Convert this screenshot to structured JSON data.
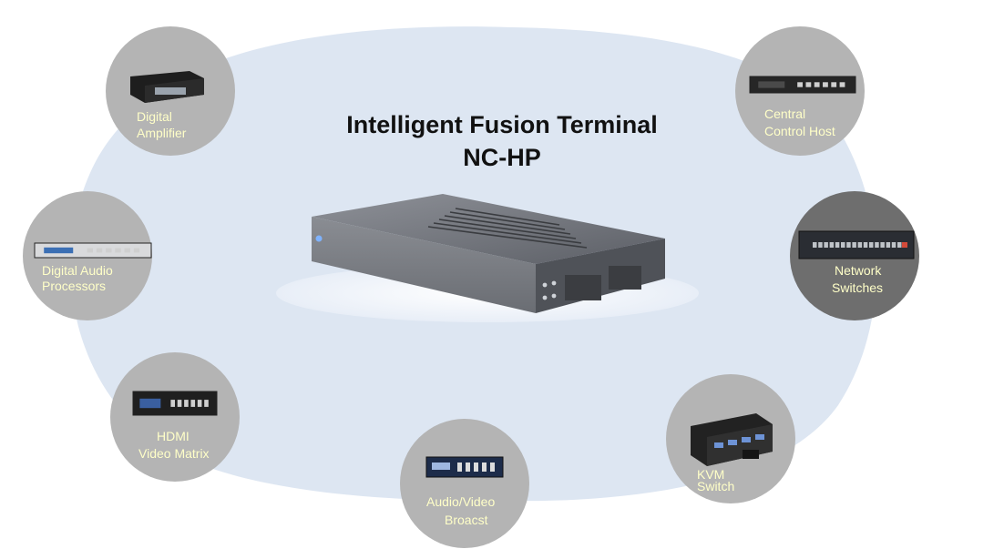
{
  "hub": {
    "title_line1": "Intelligent Fusion Terminal",
    "title_line2": "NC-HP",
    "image": "terminal-device-image"
  },
  "devices": [
    {
      "key": "digital-amplifier",
      "line1": "Digital",
      "line2": "Amplifier"
    },
    {
      "key": "digital-audio-processors",
      "line1": "Digital Audio",
      "line2": "Processors"
    },
    {
      "key": "hdmi-video-matrix",
      "line1": "HDMI",
      "line2": "Video Matrix"
    },
    {
      "key": "audio-video-broadcast",
      "line1": "Audio/Video",
      "line2": "Broacst"
    },
    {
      "key": "kvm-switch",
      "line1": "KVM",
      "line2": "Switch"
    },
    {
      "key": "network-switches",
      "line1": "Network",
      "line2": "Switches"
    },
    {
      "key": "central-control-host",
      "line1": "Central",
      "line2": "Control Host"
    }
  ],
  "colors": {
    "cloud": "#dde6f2",
    "circle": "#b4b4b4",
    "circle_dark": "#a8a8a8",
    "label": "#ffffc8",
    "title": "#111111"
  }
}
